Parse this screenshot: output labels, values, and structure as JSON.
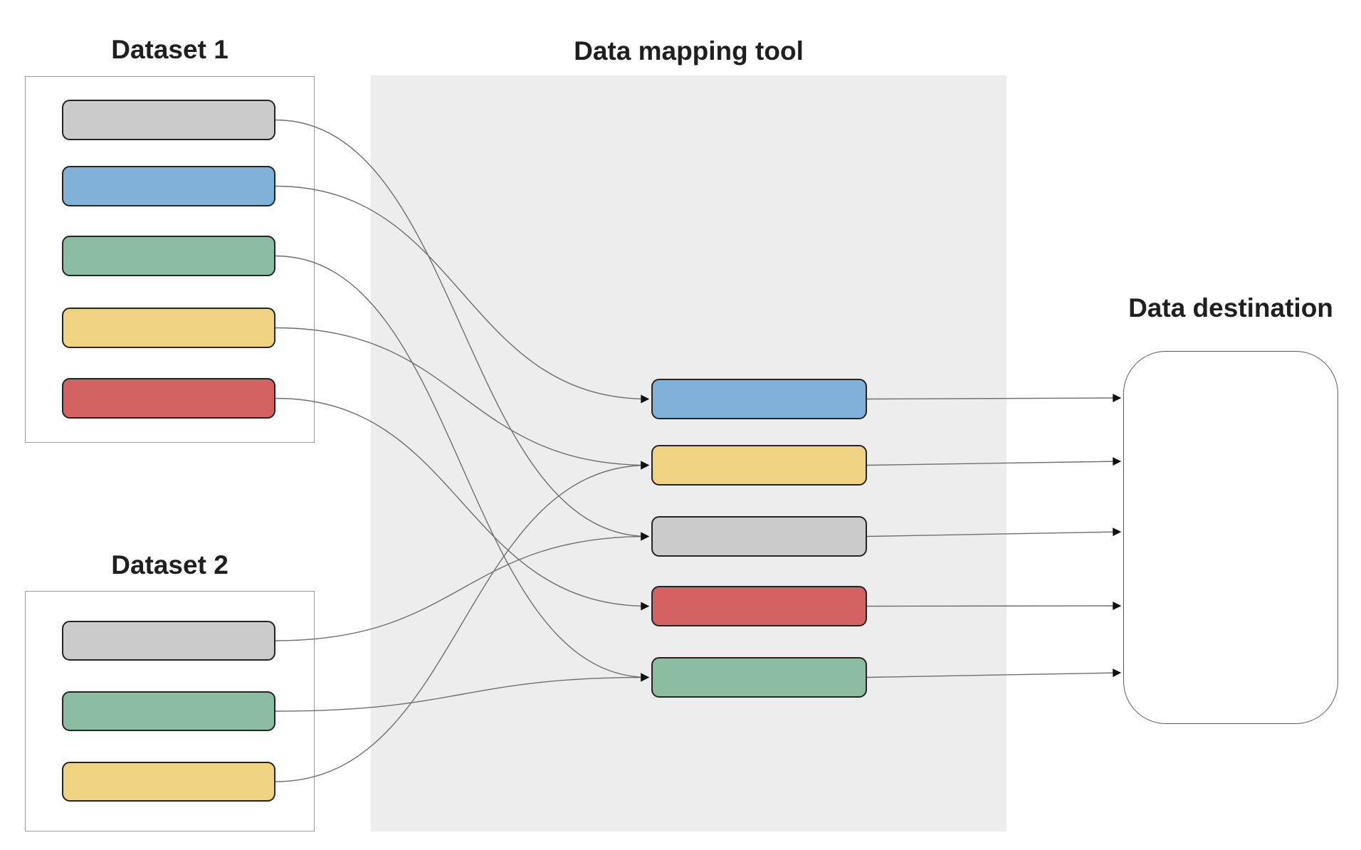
{
  "dataset1": {
    "title": "Dataset 1",
    "fields": [
      {
        "id": "d1-gray",
        "color": "gray"
      },
      {
        "id": "d1-blue",
        "color": "blue"
      },
      {
        "id": "d1-green",
        "color": "green"
      },
      {
        "id": "d1-yellow",
        "color": "yellow"
      },
      {
        "id": "d1-red",
        "color": "red"
      }
    ]
  },
  "dataset2": {
    "title": "Dataset 2",
    "fields": [
      {
        "id": "d2-gray",
        "color": "gray"
      },
      {
        "id": "d2-green",
        "color": "green"
      },
      {
        "id": "d2-yellow",
        "color": "yellow"
      }
    ]
  },
  "mapping_tool": {
    "title": "Data mapping tool",
    "fields": [
      {
        "id": "map-blue",
        "color": "blue"
      },
      {
        "id": "map-yellow",
        "color": "yellow"
      },
      {
        "id": "map-gray",
        "color": "gray"
      },
      {
        "id": "map-red",
        "color": "red"
      },
      {
        "id": "map-green",
        "color": "green"
      }
    ]
  },
  "destination": {
    "title": "Data destination"
  },
  "connections": {
    "dataset_to_tool": [
      {
        "from": "d1-gray",
        "to": "map-gray"
      },
      {
        "from": "d1-blue",
        "to": "map-blue"
      },
      {
        "from": "d1-green",
        "to": "map-green"
      },
      {
        "from": "d1-yellow",
        "to": "map-yellow"
      },
      {
        "from": "d1-red",
        "to": "map-red"
      },
      {
        "from": "d2-gray",
        "to": "map-gray"
      },
      {
        "from": "d2-green",
        "to": "map-green"
      },
      {
        "from": "d2-yellow",
        "to": "map-yellow"
      }
    ],
    "tool_to_destination": [
      {
        "from": "map-blue",
        "to": "destination"
      },
      {
        "from": "map-yellow",
        "to": "destination"
      },
      {
        "from": "map-gray",
        "to": "destination"
      },
      {
        "from": "map-red",
        "to": "destination"
      },
      {
        "from": "map-green",
        "to": "destination"
      }
    ]
  },
  "colors": {
    "gray": "#cbcbcb",
    "blue": "#7fb1d9",
    "green": "#8bbca0",
    "yellow": "#efd383",
    "red": "#d46263",
    "bar_border": "#242424",
    "panel_background": "#ededed",
    "dataset_box_border": "#9b9b9b",
    "destination_box_border": "#595959",
    "connector_line": "#6e6e6e",
    "arrowhead": "#111111"
  }
}
